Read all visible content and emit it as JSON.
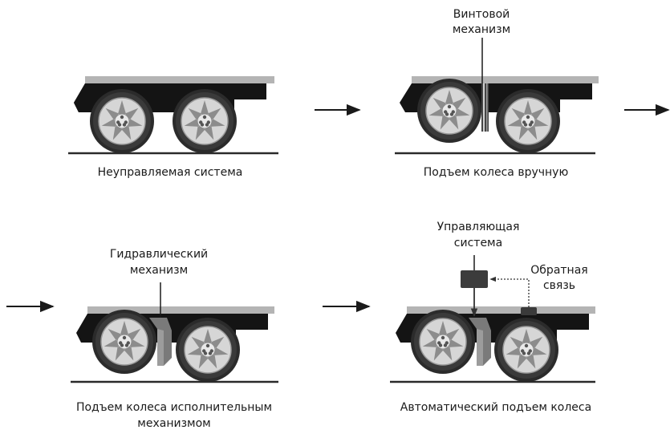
{
  "panels": [
    {
      "caption": "Неуправляемая система"
    },
    {
      "caption": "Подъем колеса вручную",
      "callout": {
        "line1": "Винтовой",
        "line2": "механизм"
      }
    },
    {
      "caption_line1": "Подъем колеса исполнительным",
      "caption_line2": "механизмом",
      "callout": {
        "line1": "Гидравлический",
        "line2": "механизм"
      }
    },
    {
      "caption": "Автоматический подъем колеса",
      "control": {
        "line1": "Управляющая",
        "line2": "система"
      },
      "feedback": {
        "line1": "Обратная",
        "line2": "связь"
      }
    }
  ],
  "colors": {
    "deck": "#b4b4b4",
    "chassis": "#141414",
    "ground": "#2a2a2a",
    "tire": "#2b2b2b",
    "rim": "#d8d8d8",
    "spoke_dark": "#7a7a7a",
    "mechanism": "#444444",
    "arrow": "#1a1a1a"
  },
  "icons": [
    "arrow-right-icon",
    "wheel-icon",
    "flatbed-icon"
  ]
}
